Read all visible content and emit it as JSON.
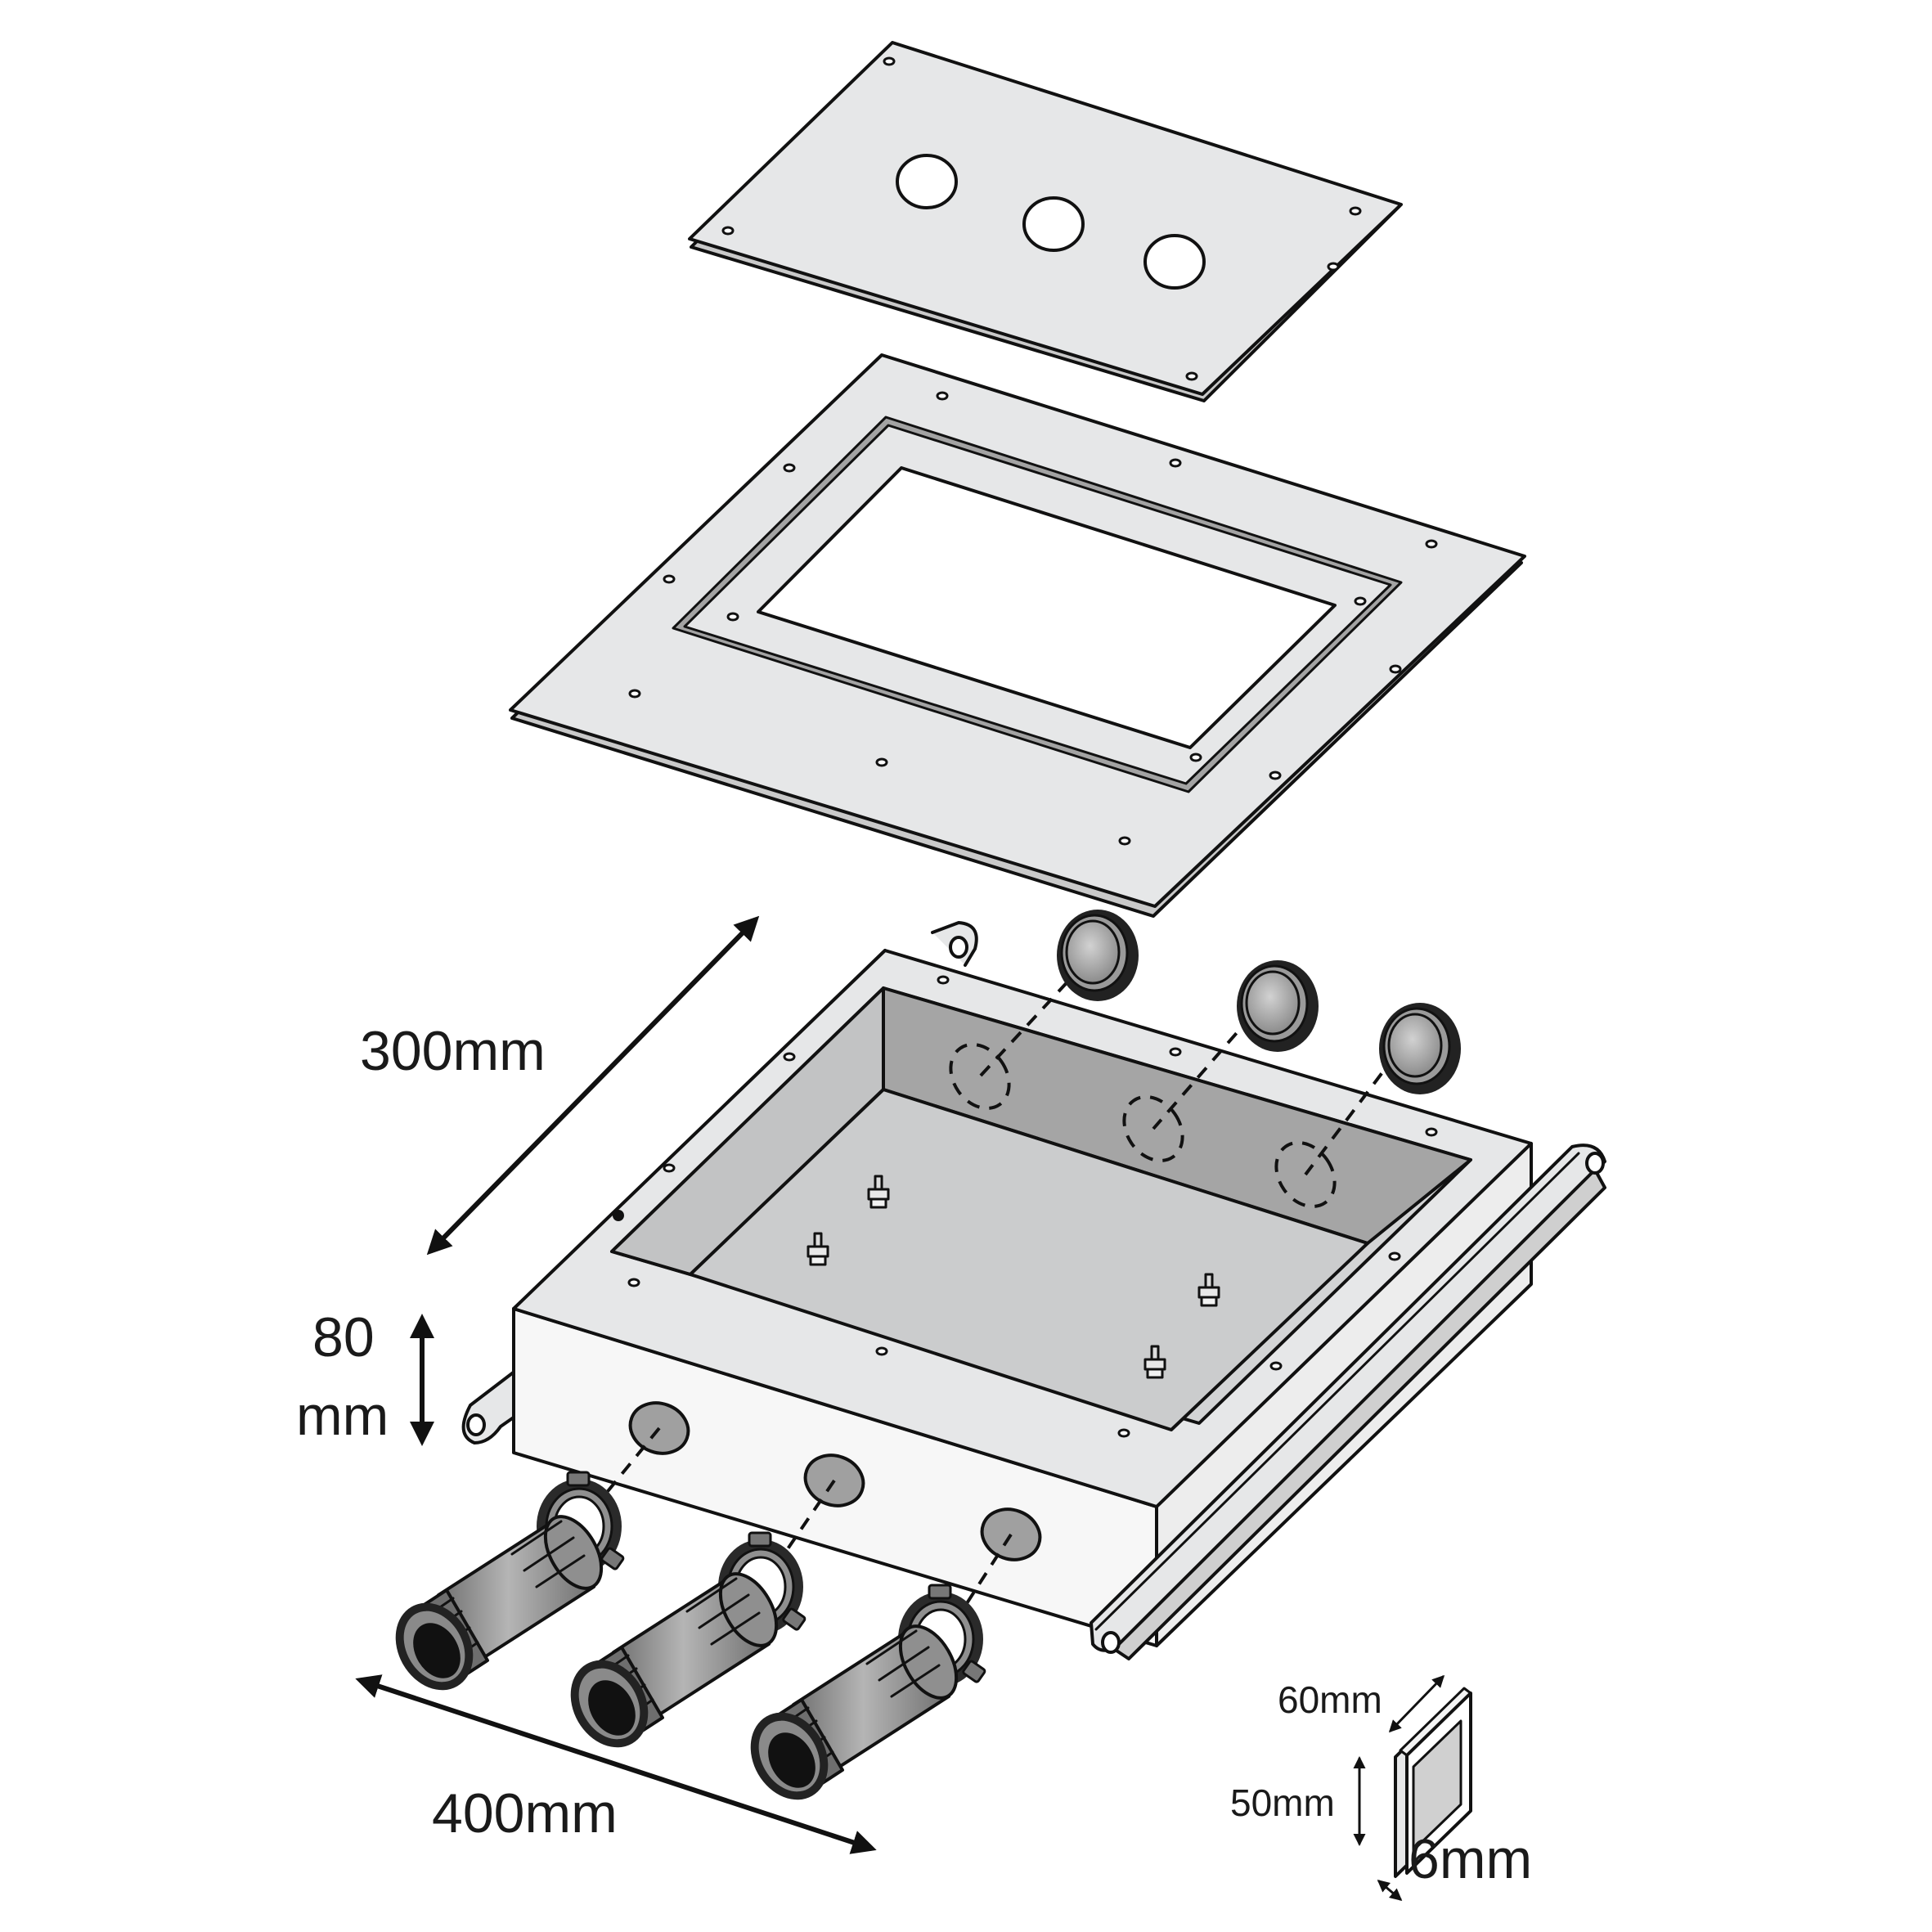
{
  "diagram": {
    "dimensions": {
      "depth": "300mm",
      "height_value": "80",
      "height_unit": "mm",
      "width": "400mm",
      "gasket_width": "60mm",
      "gasket_height": "50mm",
      "gasket_thickness": "6mm"
    },
    "parts": {
      "cover_plate_holes": 3,
      "sealing_plugs": 3,
      "cable_glands": 3,
      "lock_nuts": 3,
      "mounting_studs": 4
    },
    "colors": {
      "panel_fill": "#e6e7e8",
      "inner_wall": "#a6a6a6",
      "gland_grey": "#8a8a8a",
      "outline": "#111111"
    }
  }
}
